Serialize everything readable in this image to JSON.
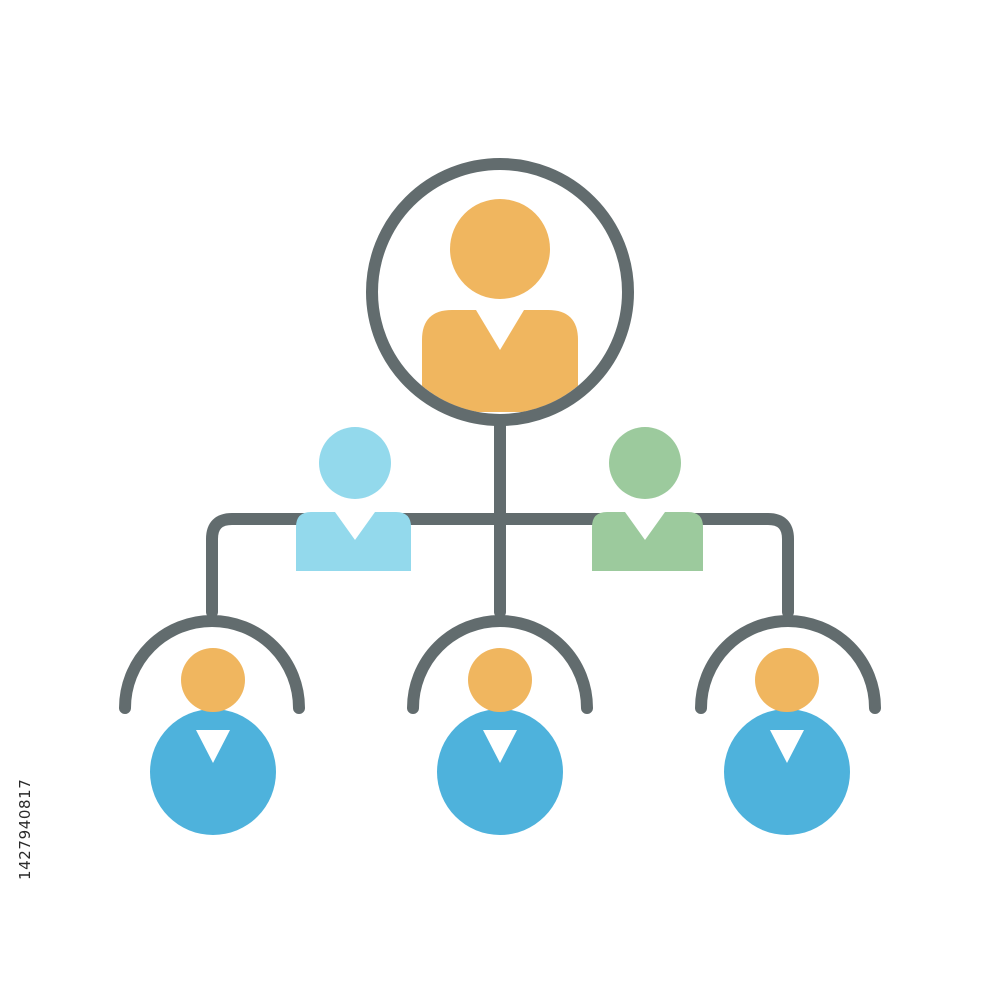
{
  "diagram": {
    "kind": "org-chart-icon",
    "colors": {
      "connector": "#626c6e",
      "leader": "#f0b65f",
      "left_assistant": "#93d9ec",
      "right_assistant": "#9cca9d",
      "team_head": "#f0b65f",
      "team_body": "#4eb2dc",
      "collar": "#ffffff"
    },
    "nodes": [
      {
        "role": "leader",
        "icon": "person-icon"
      },
      {
        "role": "assistant-left",
        "icon": "person-icon"
      },
      {
        "role": "assistant-right",
        "icon": "person-icon"
      },
      {
        "role": "team-member-left",
        "icon": "person-icon"
      },
      {
        "role": "team-member-center",
        "icon": "person-icon"
      },
      {
        "role": "team-member-right",
        "icon": "person-icon"
      }
    ]
  },
  "stock_id": "1427940817"
}
